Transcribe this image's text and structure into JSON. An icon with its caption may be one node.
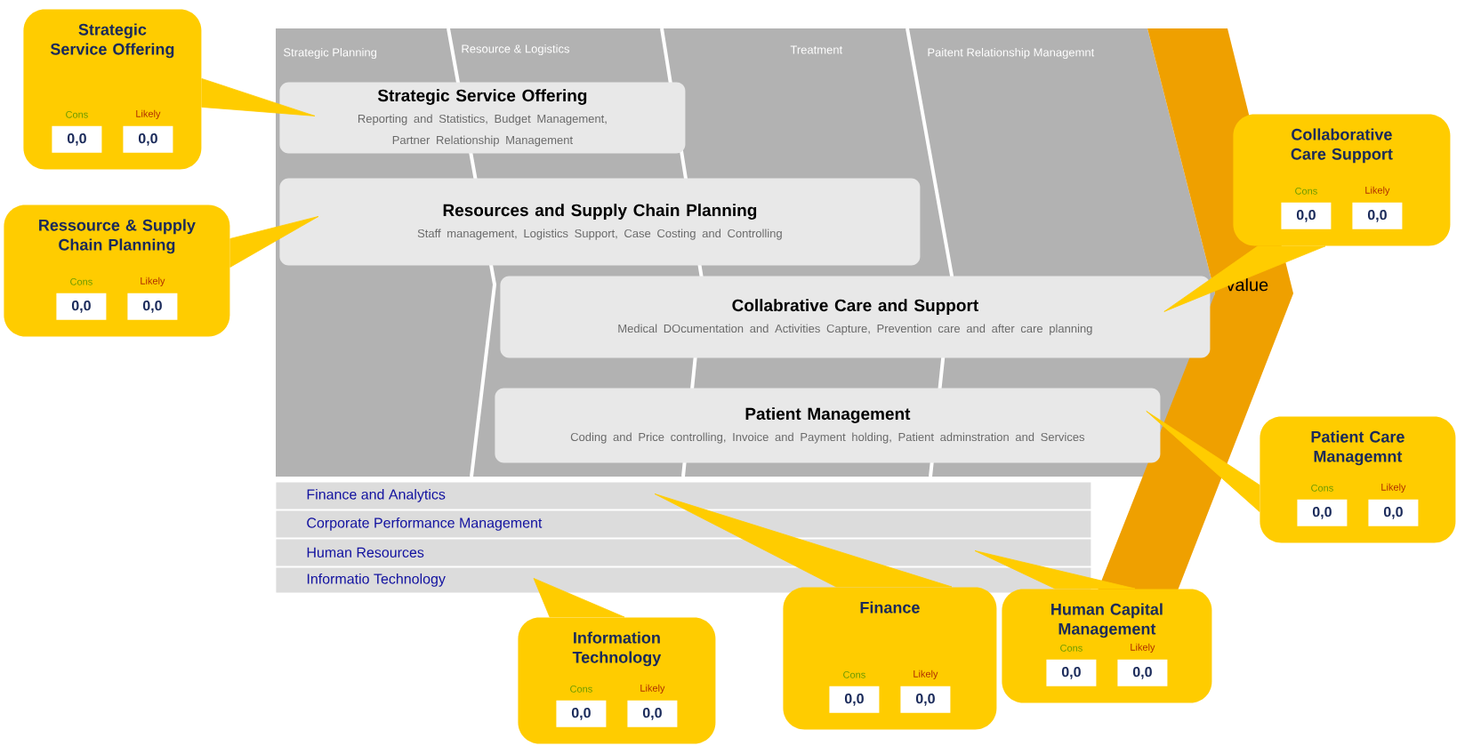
{
  "diagram": {
    "nodes": [
      {
        "text": [
          "Strategic Service Offering",
          "Reporting and Statistics, Budget Management, Partner Relationship Management"
        ]
      },
      {
        "text": [
          "Resources and Supply Chain Planning",
          "Staff management, Logistics Support, Case Costing and Controlling"
        ]
      },
      {
        "text": [
          "Collabrative Care and Support",
          "Medical DOcumentation and Activities Capture, Prevention care and after care planning"
        ]
      },
      {
        "text": [
          "Patient Management",
          "Coding and Price controlling, Invoice and Payment holding, Patient adminstration and Services"
        ]
      },
      {
        "text": [
          "Finance and Analytics"
        ]
      },
      {
        "text": [
          "Corporate Performance Management"
        ]
      },
      {
        "text": [
          "Human Resources"
        ]
      },
      {
        "text": [
          "Informatio Technology"
        ]
      },
      {
        "text": [
          "Strategic Service Offering",
          "Cons",
          "Likely",
          "0,0",
          "0,0"
        ]
      },
      {
        "text": [
          "Ressource & Supply Chain Planning",
          "Cons",
          "Likely",
          "0,0",
          "0,0"
        ]
      },
      {
        "text": [
          "Collaborative Care Support",
          "Cons",
          "Likely",
          "0,0",
          "0,0"
        ]
      },
      {
        "text": [
          "Patient Care Managemnt",
          "Cons",
          "Likely",
          "0,0",
          "0,0"
        ]
      },
      {
        "text": [
          "Information Technology",
          "Cons",
          "Likely",
          "0,0",
          "0,0"
        ]
      },
      {
        "text": [
          "Finance",
          "Cons",
          "Likely",
          "0,0",
          "0,0"
        ]
      },
      {
        "text": [
          "Human Capital Management",
          "Cons",
          "Likely",
          "0,0",
          "0,0"
        ]
      }
    ],
    "edges": [
      {
        "from": 8,
        "to": 0,
        "arrow": "none"
      },
      {
        "from": 9,
        "to": 1,
        "arrow": "none"
      },
      {
        "from": 10,
        "to": 2,
        "arrow": "none"
      },
      {
        "from": 11,
        "to": 3,
        "arrow": "none"
      },
      {
        "from": 12,
        "to": 7,
        "arrow": "none"
      },
      {
        "from": 13,
        "to": 4,
        "arrow": "none"
      },
      {
        "from": 14,
        "to": 6,
        "arrow": "none"
      }
    ],
    "labels": [
      "Strategic Planning",
      "Resource & Logistics",
      "Treatment",
      "Paitent Relationship Managemnt",
      "value"
    ]
  }
}
